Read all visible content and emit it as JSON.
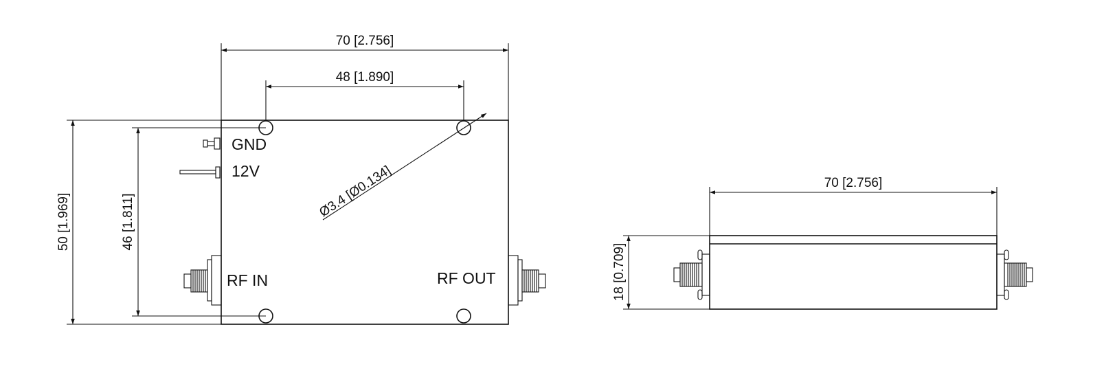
{
  "top_view": {
    "width_overall": "70 [2.756]",
    "hole_spacing_x": "48 [1.890]",
    "hole_diameter": "Ø3.4 [Ø0.134]",
    "height_overall": "50 [1.969]",
    "hole_spacing_y": "46 [1.811]",
    "pins": {
      "gnd": "GND",
      "v12": "12V"
    },
    "ports": {
      "rf_in": "RF IN",
      "rf_out": "RF OUT"
    }
  },
  "side_view": {
    "width_overall": "70 [2.756]",
    "height_overall": "18 [0.709]"
  }
}
